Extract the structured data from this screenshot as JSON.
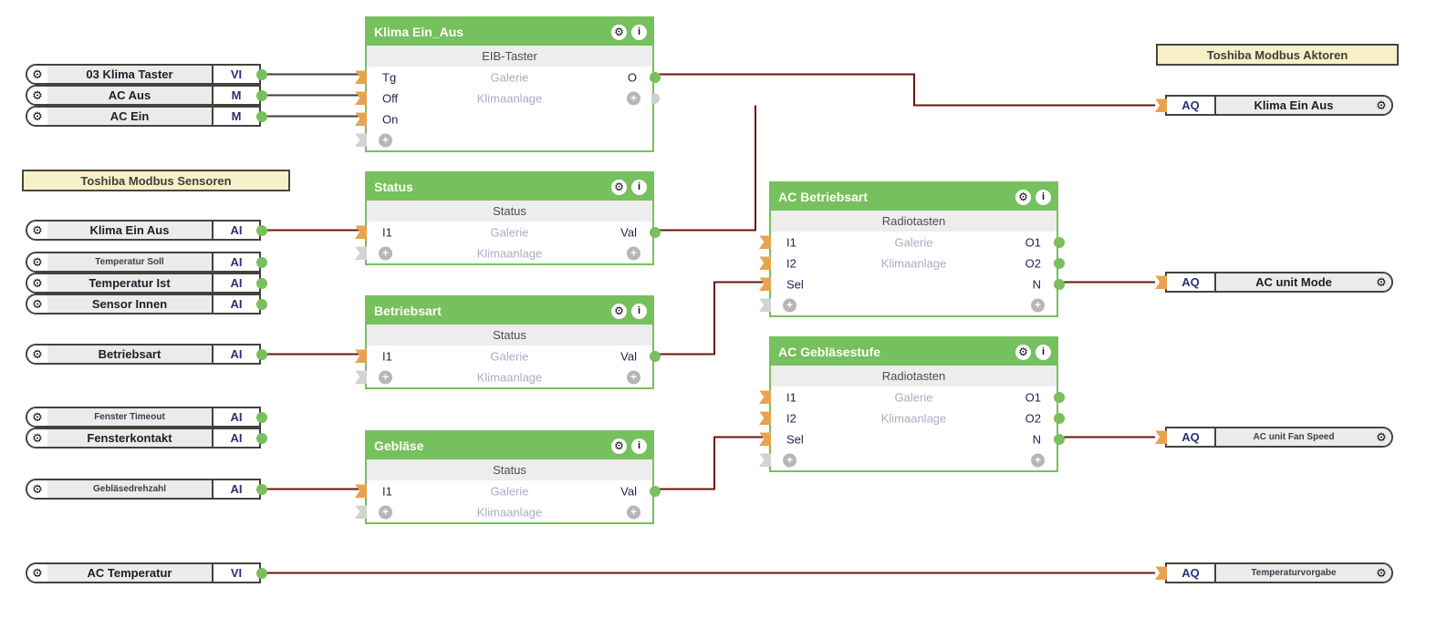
{
  "groups": {
    "sensors": "Toshiba Modbus Sensoren",
    "actors": "Toshiba Modbus Aktoren"
  },
  "inputs": [
    {
      "label": "03 Klima Taster",
      "type": "VI"
    },
    {
      "label": "AC Aus",
      "type": "M"
    },
    {
      "label": "AC Ein",
      "type": "M"
    },
    {
      "label": "Klima Ein Aus",
      "type": "AI"
    },
    {
      "label": "Temperatur Soll",
      "type": "AI"
    },
    {
      "label": "Temperatur Ist",
      "type": "AI"
    },
    {
      "label": "Sensor Innen",
      "type": "AI"
    },
    {
      "label": "Betriebsart",
      "type": "AI"
    },
    {
      "label": "Fenster Timeout",
      "type": "AI"
    },
    {
      "label": "Fensterkontakt",
      "type": "AI"
    },
    {
      "label": "Gebläsedrehzahl",
      "type": "AI"
    },
    {
      "label": "AC Temperatur",
      "type": "VI"
    }
  ],
  "outputs": [
    {
      "type": "AQ",
      "label": "Klima Ein Aus"
    },
    {
      "type": "AQ",
      "label": "AC unit Mode"
    },
    {
      "type": "AQ",
      "label": "AC unit Fan Speed"
    },
    {
      "type": "AQ",
      "label": "Temperaturvorgabe"
    }
  ],
  "blocks": [
    {
      "title": "Klima Ein_Aus",
      "subtitle": "EIB-Taster",
      "tag1": "Galerie",
      "tag2": "Klimaanlage",
      "in1": "Tg",
      "in2": "Off",
      "in3": "On",
      "out1": "O"
    },
    {
      "title": "Status",
      "subtitle": "Status",
      "tag1": "Galerie",
      "tag2": "Klimaanlage",
      "in1": "I1",
      "out1": "Val"
    },
    {
      "title": "Betriebsart",
      "subtitle": "Status",
      "tag1": "Galerie",
      "tag2": "Klimaanlage",
      "in1": "I1",
      "out1": "Val"
    },
    {
      "title": "Gebläse",
      "subtitle": "Status",
      "tag1": "Galerie",
      "tag2": "Klimaanlage",
      "in1": "I1",
      "out1": "Val"
    },
    {
      "title": "AC Betriebsart",
      "subtitle": "Radiotasten",
      "tag1": "Galerie",
      "tag2": "Klimaanlage",
      "in1": "I1",
      "in2": "I2",
      "in3": "Sel",
      "out1": "O1",
      "out2": "O2",
      "out3": "N"
    },
    {
      "title": "AC Gebläsestufe",
      "subtitle": "Radiotasten",
      "tag1": "Galerie",
      "tag2": "Klimaanlage",
      "in1": "I1",
      "in2": "I2",
      "in3": "Sel",
      "out1": "O1",
      "out2": "O2",
      "out3": "N"
    }
  ],
  "icons": {
    "gear": "⚙",
    "info": "i",
    "plus": "+"
  },
  "colors": {
    "block_green": "#76c05d",
    "nub_green": "#79bf5b",
    "nub_orange": "#e8a34f",
    "wire_analog": "#69140f",
    "wire_digital": "#3d3d3d",
    "group_label_bg": "#f8f0c8",
    "type_text": "#2b3078"
  }
}
